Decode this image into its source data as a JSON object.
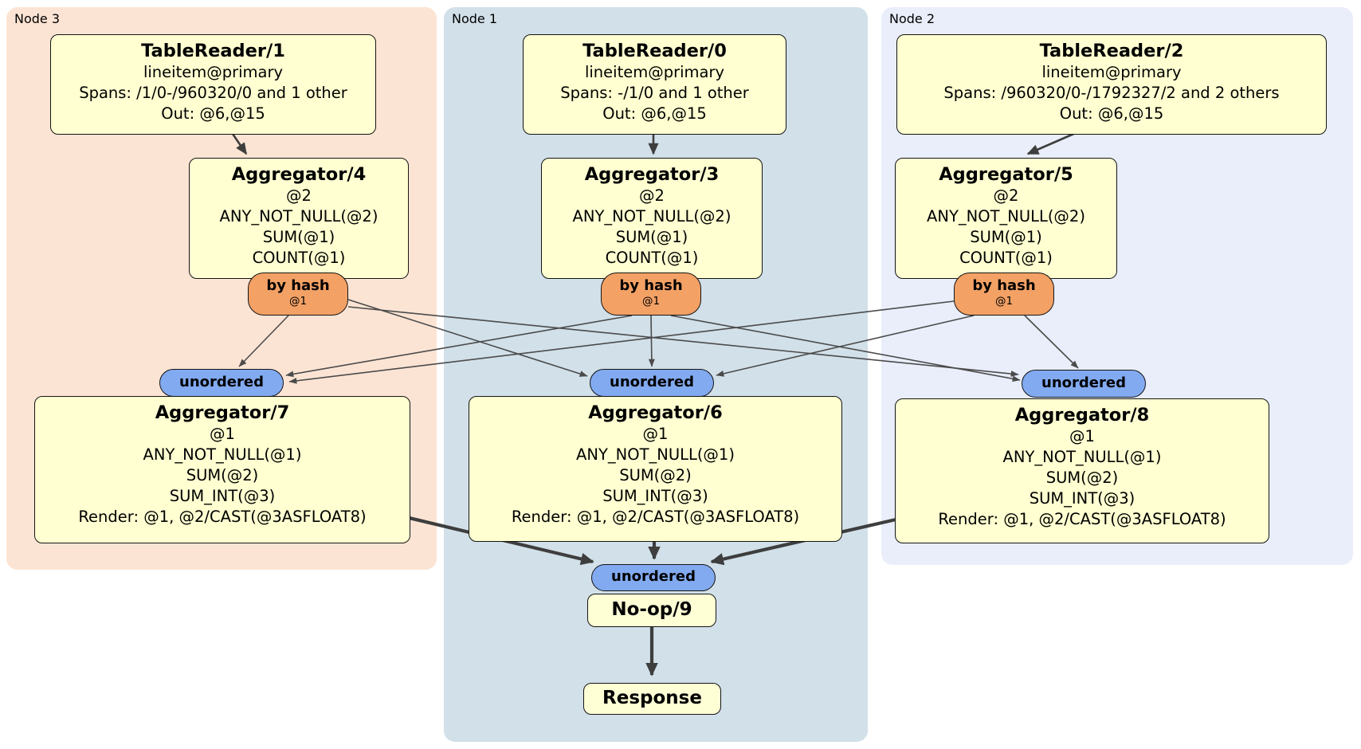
{
  "regions": {
    "node3": {
      "label": "Node 3"
    },
    "node1": {
      "label": "Node 1"
    },
    "node2": {
      "label": "Node 2"
    }
  },
  "processors": {
    "tr1": {
      "title": "TableReader/1",
      "lines": [
        "lineitem@primary",
        "Spans: /1/0-/960320/0 and 1 other",
        "Out: @6,@15"
      ]
    },
    "tr0": {
      "title": "TableReader/0",
      "lines": [
        "lineitem@primary",
        "Spans: -/1/0 and 1 other",
        "Out: @6,@15"
      ]
    },
    "tr2": {
      "title": "TableReader/2",
      "lines": [
        "lineitem@primary",
        "Spans: /960320/0-/1792327/2 and 2 others",
        "Out: @6,@15"
      ]
    },
    "agg4": {
      "title": "Aggregator/4",
      "lines": [
        "@2",
        "ANY_NOT_NULL(@2)",
        "SUM(@1)",
        "COUNT(@1)"
      ]
    },
    "agg3": {
      "title": "Aggregator/3",
      "lines": [
        "@2",
        "ANY_NOT_NULL(@2)",
        "SUM(@1)",
        "COUNT(@1)"
      ]
    },
    "agg5": {
      "title": "Aggregator/5",
      "lines": [
        "@2",
        "ANY_NOT_NULL(@2)",
        "SUM(@1)",
        "COUNT(@1)"
      ]
    },
    "agg7": {
      "title": "Aggregator/7",
      "lines": [
        "@1",
        "ANY_NOT_NULL(@1)",
        "SUM(@2)",
        "SUM_INT(@3)",
        "Render: @1, @2/CAST(@3ASFLOAT8)"
      ]
    },
    "agg6": {
      "title": "Aggregator/6",
      "lines": [
        "@1",
        "ANY_NOT_NULL(@1)",
        "SUM(@2)",
        "SUM_INT(@3)",
        "Render: @1, @2/CAST(@3ASFLOAT8)"
      ]
    },
    "agg8": {
      "title": "Aggregator/8",
      "lines": [
        "@1",
        "ANY_NOT_NULL(@1)",
        "SUM(@2)",
        "SUM_INT(@3)",
        "Render: @1, @2/CAST(@3ASFLOAT8)"
      ]
    },
    "noop": {
      "title": "No-op/9"
    },
    "response": {
      "title": "Response"
    }
  },
  "routers": {
    "by_hash": {
      "label": "by hash",
      "detail": "@1"
    }
  },
  "sync": {
    "unordered_label": "unordered"
  },
  "colors": {
    "region_node3_bg": "#fce4d4",
    "region_node1_bg": "#d2e0e9",
    "region_node2_bg": "#e9eefa",
    "processor_bg": "#ffffd1",
    "router_bg": "#f3a165",
    "sync_bg": "#82aaf0",
    "edge": "#3e3e3e",
    "border": "#141414"
  }
}
